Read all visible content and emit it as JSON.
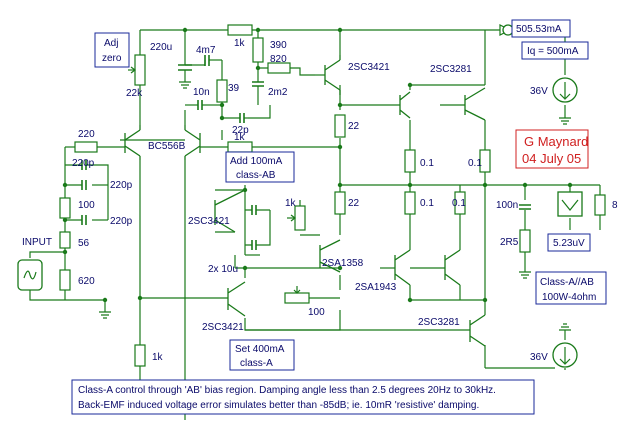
{
  "labels": {
    "adj": "Adj",
    "zero": "zero",
    "r22k": "22k",
    "c220u": "220u",
    "c4m7": "4m7",
    "r1k_top": "1k",
    "r390": "390",
    "r820": "820",
    "q_2sc3421_top": "2SC3421",
    "q_2sc3281_top": "2SC3281",
    "c10n": "10n",
    "r39": "39",
    "c2m2": "2m2",
    "c22p": "22p",
    "r1k_mid": "1k",
    "r22_a": "22",
    "r22_b": "22",
    "r220": "220",
    "bc556b": "BC556B",
    "c220p_a": "220p",
    "c220p_b": "220p",
    "c220p_c": "220p",
    "r100": "100",
    "r56": "56",
    "r620": "620",
    "input": "INPUT",
    "q_2sc3421_mid": "2SC3421",
    "c2x10u": "2x 10u",
    "r1k_pot": "1k",
    "q_2sa1358": "2SA1358",
    "q_2sa1943": "2SA1943",
    "r01_a": "0.1",
    "r01_b": "0.1",
    "r01_c": "0.1",
    "r01_d": "0.1",
    "c100n": "100n",
    "r2r5": "2R5",
    "r8": "8",
    "q_2sc3421_bot": "2SC3421",
    "r100_pot": "100",
    "r1k_bot": "1k",
    "q_2sc3281_bot": "2SC3281",
    "v36_top": "36V",
    "v36_bot": "36V"
  },
  "boxes": {
    "ammeter": "505.53mA",
    "iq": "Iq = 500mA",
    "add_100": "Add 100mA",
    "class_ab": "class-AB",
    "set_400": "Set 400mA",
    "class_a": "class-A",
    "voltmeter": "5.23uV",
    "class_a_ab": "Class-A//AB",
    "power": "100W-4ohm",
    "author": "G Maynard",
    "date": "04 July 05"
  },
  "notes": {
    "line1": "Class-A control through 'AB' bias region.  Damping angle less than 2.5 degrees 20Hz to 30kHz.",
    "line2": "Back-EMF induced voltage error simulates better than -85dB;  ie.  10mR 'resistive' damping."
  },
  "colors": {
    "wire": "#1a7a1a",
    "text": "#0a0a6a",
    "box_border": "#1a2a9a",
    "accent": "#d02020"
  }
}
